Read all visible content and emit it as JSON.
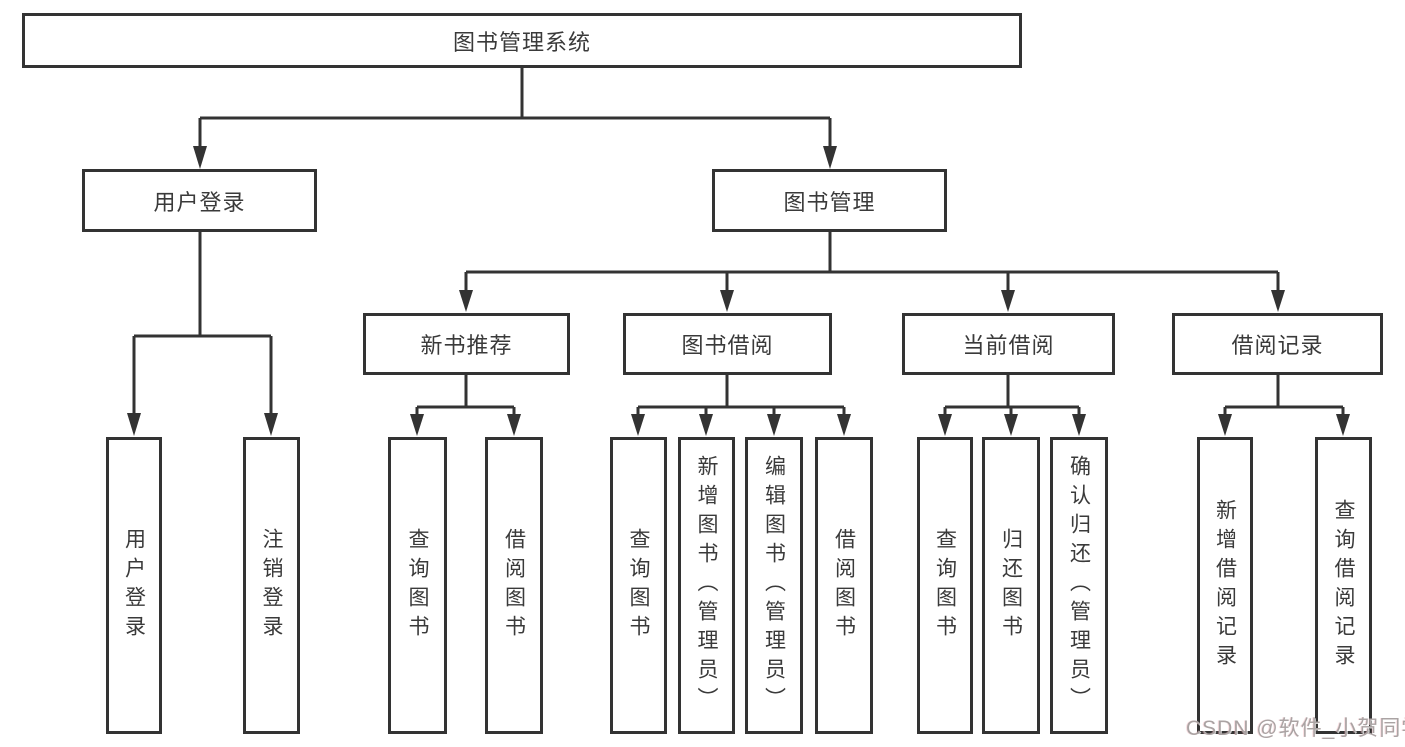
{
  "colors": {
    "line": "#333333",
    "text": "#3a3a3a",
    "background": "#ffffff",
    "watermark": "#aaa3a3"
  },
  "tree": {
    "root": {
      "label": "图书管理系统"
    },
    "branches": [
      {
        "label": "用户登录",
        "children": [
          {
            "label": "用户登录"
          },
          {
            "label": "注销登录"
          }
        ]
      },
      {
        "label": "图书管理",
        "children": [
          {
            "label": "新书推荐",
            "children": [
              {
                "label": "查询图书"
              },
              {
                "label": "借阅图书"
              }
            ]
          },
          {
            "label": "图书借阅",
            "children": [
              {
                "label": "查询图书"
              },
              {
                "label": "新增图书（管理员）"
              },
              {
                "label": "编辑图书（管理员）"
              },
              {
                "label": "借阅图书"
              }
            ]
          },
          {
            "label": "当前借阅",
            "children": [
              {
                "label": "查询图书"
              },
              {
                "label": "归还图书"
              },
              {
                "label": "确认归还（管理员）"
              }
            ]
          },
          {
            "label": "借阅记录",
            "children": [
              {
                "label": "新增借阅记录"
              },
              {
                "label": "查询借阅记录"
              }
            ]
          }
        ]
      }
    ]
  },
  "watermark": {
    "text": "CSDN @软件_小贺同学"
  }
}
